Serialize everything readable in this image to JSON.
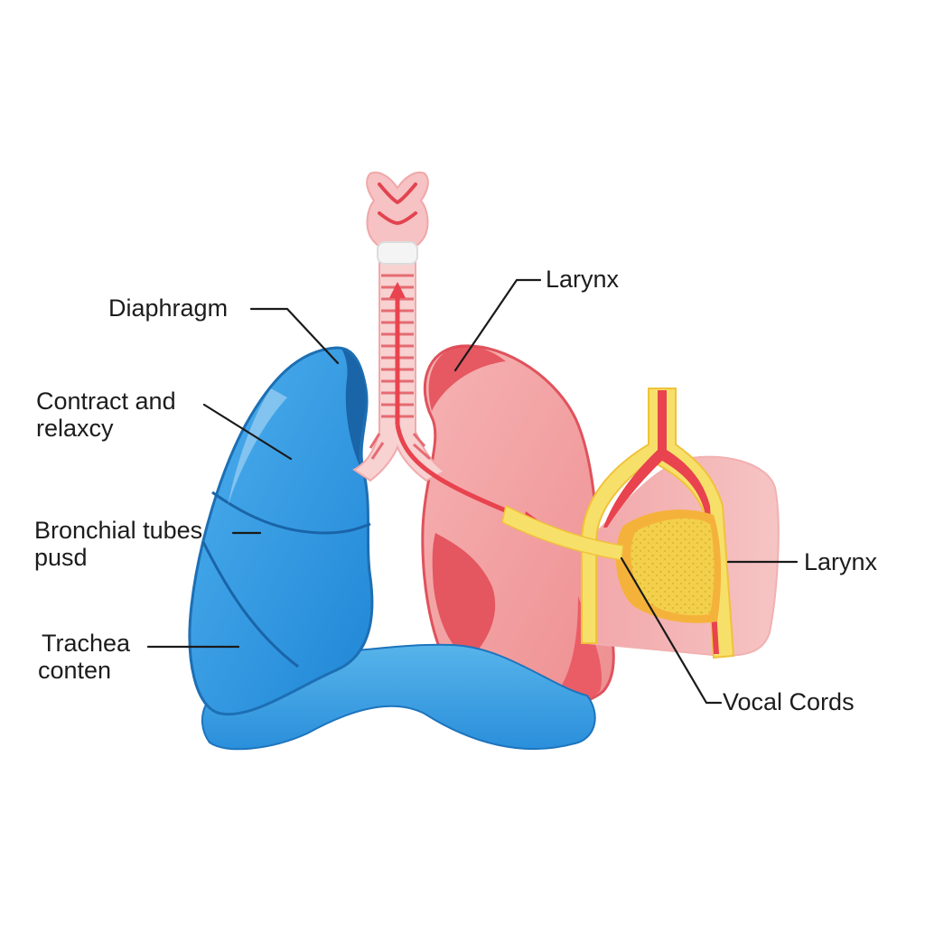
{
  "labels": {
    "diaphragm": "Diaphragm",
    "contract_line1": "Contract and",
    "contract_line2": "relaxcy",
    "bronchial_line1": "Bronchial tubes",
    "bronchial_line2": "pusd",
    "trachea_line1": "Trachea",
    "trachea_line2": "conten",
    "larynx_top": "Larynx",
    "larynx_right": "Larynx",
    "vocal_cords": "Vocal Cords"
  },
  "colors": {
    "background": "#ffffff",
    "left_lung": "#2b93dd",
    "left_lung_dark": "#1d6fb3",
    "right_lung": "#f08a8d",
    "right_lung_dark": "#e0525c",
    "diaphragm_band": "#3a9fe0",
    "trachea": "#f7cccc",
    "trachea_rings": "#e56b72",
    "airflow_arrow": "#e8434e",
    "larynx_yellow": "#f7e06a",
    "larynx_orange": "#f5b23b",
    "vocal_fold": "#ecc74a"
  },
  "icons": {
    "thyroid": "thyroid-cartilage-icon",
    "airflow": "airflow-arrow-icon"
  }
}
